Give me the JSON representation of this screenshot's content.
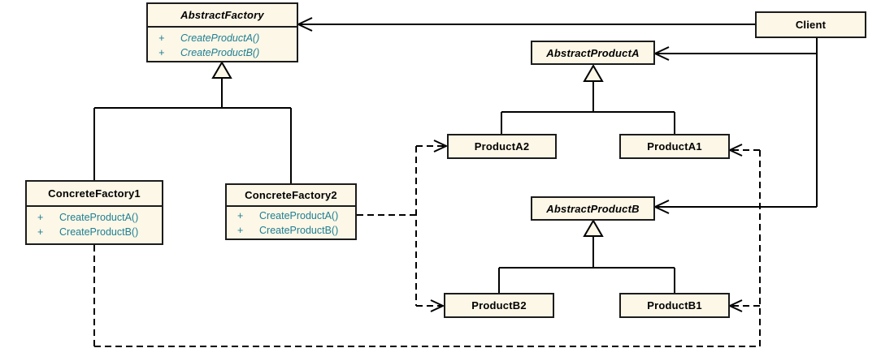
{
  "diagram": {
    "kind": "uml-class-diagram",
    "classes": {
      "abstractFactory": {
        "name": "AbstractFactory",
        "abstract": true,
        "methods": [
          {
            "visibility": "+",
            "signature": "CreateProductA()"
          },
          {
            "visibility": "+",
            "signature": "CreateProductB()"
          }
        ]
      },
      "concreteFactory1": {
        "name": "ConcreteFactory1",
        "abstract": false,
        "methods": [
          {
            "visibility": "+",
            "signature": "CreateProductA()"
          },
          {
            "visibility": "+",
            "signature": "CreateProductB()"
          }
        ]
      },
      "concreteFactory2": {
        "name": "ConcreteFactory2",
        "abstract": false,
        "methods": [
          {
            "visibility": "+",
            "signature": "CreateProductA()"
          },
          {
            "visibility": "+",
            "signature": "CreateProductB()"
          }
        ]
      },
      "client": {
        "name": "Client",
        "abstract": false
      },
      "abstractProductA": {
        "name": "AbstractProductA",
        "abstract": true
      },
      "productA2": {
        "name": "ProductA2",
        "abstract": false
      },
      "productA1": {
        "name": "ProductA1",
        "abstract": false
      },
      "abstractProductB": {
        "name": "AbstractProductB",
        "abstract": true
      },
      "productB2": {
        "name": "ProductB2",
        "abstract": false
      },
      "productB1": {
        "name": "ProductB1",
        "abstract": false
      }
    },
    "relationships": [
      {
        "from": "Client",
        "to": "AbstractFactory",
        "type": "association-open-arrow"
      },
      {
        "from": "Client",
        "to": "AbstractProductA",
        "type": "association-open-arrow"
      },
      {
        "from": "Client",
        "to": "AbstractProductB",
        "type": "association-open-arrow"
      },
      {
        "from": "ConcreteFactory1",
        "to": "AbstractFactory",
        "type": "generalization"
      },
      {
        "from": "ConcreteFactory2",
        "to": "AbstractFactory",
        "type": "generalization"
      },
      {
        "from": "ProductA2",
        "to": "AbstractProductA",
        "type": "generalization"
      },
      {
        "from": "ProductA1",
        "to": "AbstractProductA",
        "type": "generalization"
      },
      {
        "from": "ProductB2",
        "to": "AbstractProductB",
        "type": "generalization"
      },
      {
        "from": "ProductB1",
        "to": "AbstractProductB",
        "type": "generalization"
      },
      {
        "from": "ConcreteFactory2",
        "to": "ProductA2",
        "type": "dashed-dependency"
      },
      {
        "from": "ConcreteFactory2",
        "to": "ProductB2",
        "type": "dashed-dependency"
      },
      {
        "from": "ConcreteFactory1",
        "to": "ProductA1",
        "type": "dashed-dependency"
      },
      {
        "from": "ConcreteFactory1",
        "to": "ProductB1",
        "type": "dashed-dependency"
      }
    ],
    "colors": {
      "background": "#ffffff",
      "boxFill": "#fcf7e7",
      "boxBorder": "#1c1c1c",
      "line": "#000000",
      "methodText": "#1f7e93"
    }
  }
}
